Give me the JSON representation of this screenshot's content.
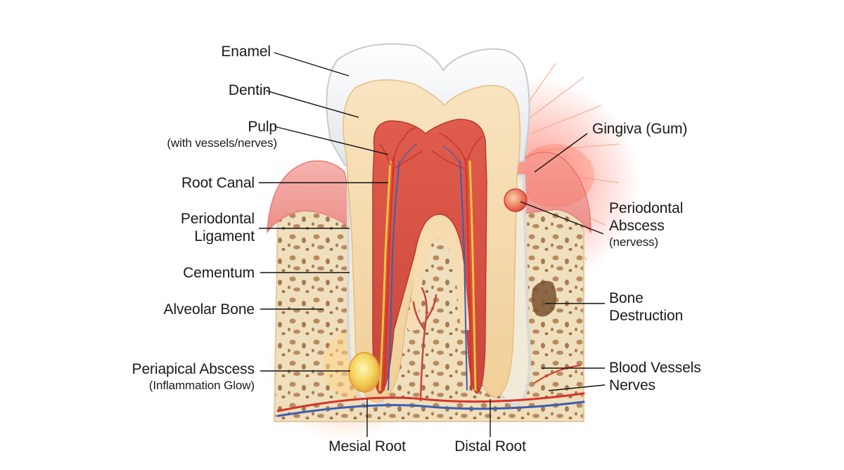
{
  "labels": {
    "enamel": "Enamel",
    "dentin": "Dentin",
    "pulp": "Pulp",
    "pulp_sub": "(with vessels/nerves)",
    "root_canal": "Root Canal",
    "periodontal_ligament_1": "Periodontal",
    "periodontal_ligament_2": "Ligament",
    "cementum": "Cementum",
    "alveolar_bone": "Alveolar Bone",
    "periapical_abscess": "Periapical Abscess",
    "periapical_abscess_sub": "(Inflammation Glow)",
    "gingiva": "Gingiva (Gum)",
    "periodontal_abscess_1": "Periodontal",
    "periodontal_abscess_2": "Abscess",
    "periodontal_abscess_sub": "(nervess)",
    "bone_destruction_1": "Bone",
    "bone_destruction_2": "Destruction",
    "blood_vessels": "Blood Vessels",
    "nerves": "Nerves",
    "mesial_root": "Mesial Root",
    "distal_root": "Distal Root"
  },
  "colors": {
    "enamel": "#f4f5f6",
    "dentin": "#f6dcb0",
    "pulp": "#d9574a",
    "gum": "#f0a3a0",
    "bone": "#ecdcb8",
    "bone_holes": "#b98a5e",
    "vessel_red": "#d8322a",
    "nerve_blue": "#3a5fb5",
    "nerve_yellow": "#f2c23a",
    "inflammation": "#ff4a2e",
    "leader_line": "#111111"
  }
}
